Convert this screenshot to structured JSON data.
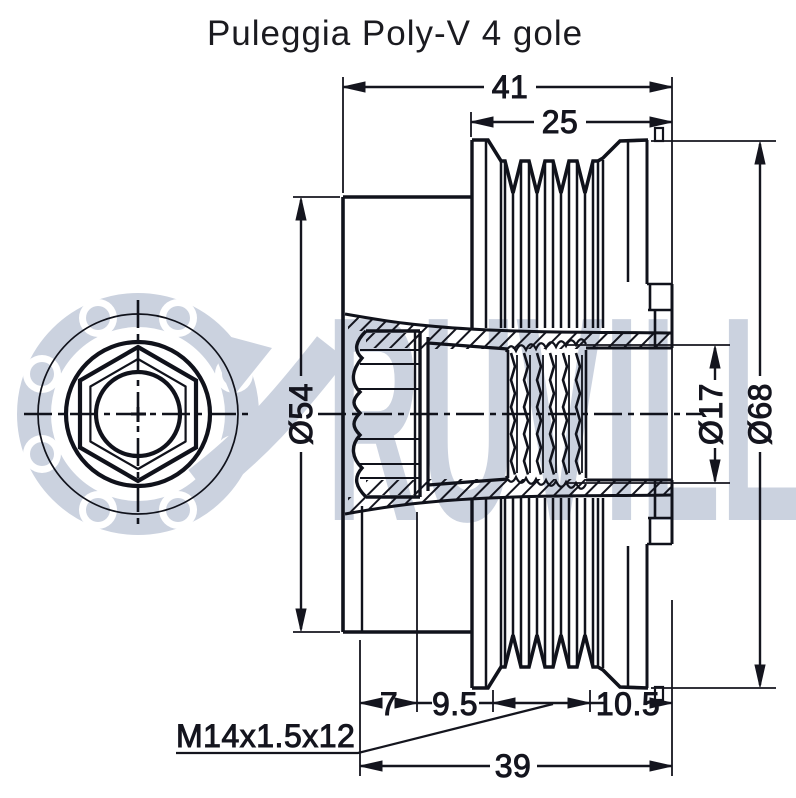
{
  "title": "Puleggia Poly-V 4 gole",
  "watermark": {
    "brand": "RUVILLE",
    "color": "#cbd2df"
  },
  "drawing": {
    "line_color": "#10121b",
    "background": "#ffffff"
  },
  "dimensions": {
    "overall_width": "41",
    "belt_section_width": "25",
    "rear_diameter": "Ø54",
    "bore_diameter": "Ø17",
    "outer_diameter": "Ø68",
    "rear_offset": "7",
    "hub_length": "9.5",
    "front_offset": "10.5",
    "mounting_length": "39",
    "thread_spec": "M14x1.5x12"
  }
}
